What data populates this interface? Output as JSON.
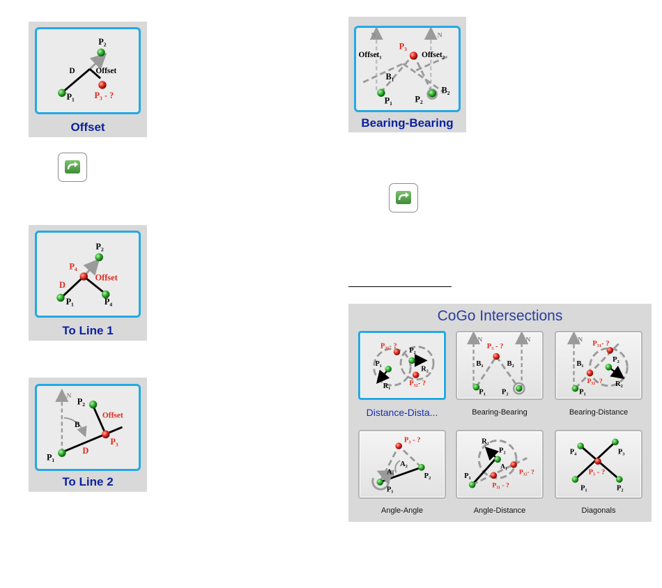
{
  "tiles": {
    "offset": {
      "caption": "Offset",
      "labels": {
        "p2": "P₂",
        "d": "D",
        "offset": "Offset",
        "p1": "P₁",
        "p3": "P₃ - ?"
      }
    },
    "to_line_1": {
      "caption": "To Line 1",
      "labels": {
        "p2": "P₂",
        "p4a": "P₄",
        "offset": "Offset",
        "d": "D",
        "p1": "P₁",
        "p4b": "P₄"
      }
    },
    "to_line_2": {
      "caption": "To Line 2",
      "labels": {
        "n": "N",
        "p2": "P₂",
        "offset": "Offset",
        "b": "B",
        "p3": "P₃",
        "d": "D",
        "p1": "P₁"
      }
    },
    "bearing_bearing": {
      "caption": "Bearing-Bearing",
      "labels": {
        "n1": "N",
        "n2": "N",
        "p3": "P₃",
        "offset1": "Offset₁",
        "offset2": "Offset₂",
        "b1": "B₁",
        "b2": "B₂",
        "p1": "P₁",
        "p2": "P₂"
      }
    }
  },
  "cogo_panel": {
    "title": "CoGo Intersections",
    "buttons": [
      {
        "caption": "Distance-Dista...",
        "labels": {
          "p31": "P₃₁- ?",
          "p2": "P₂",
          "p1": "P₁",
          "r2": "R₂",
          "r1": "R₁",
          "p32": "P₃₂- ?"
        }
      },
      {
        "caption": "Bearing-Bearing",
        "labels": {
          "n1": "N",
          "n2": "N",
          "p3": "P₃ - ?",
          "b1": "B₁",
          "b2": "B₂",
          "p1": "P₁",
          "p2": "P₂"
        }
      },
      {
        "caption": "Bearing-Distance",
        "labels": {
          "n": "N",
          "p31": "P₃₁- ?",
          "p2": "P₂",
          "b1": "B₁",
          "p32": "P₃₂- ?",
          "r2": "R₂",
          "p1": "P₁"
        }
      },
      {
        "caption": "Angle-Angle",
        "labels": {
          "p3": "P₃ - ?",
          "a2": "A₂",
          "a1": "A₁",
          "p2": "P₂",
          "p1": "P₁"
        }
      },
      {
        "caption": "Angle-Distance",
        "labels": {
          "r2": "R₂",
          "p2": "P₂",
          "a1": "A₁",
          "p32": "P₃₂- ?",
          "p1": "P₁",
          "p31": "P₃₁ - ?"
        }
      },
      {
        "caption": "Diagonals",
        "labels": {
          "p4": "P₄",
          "p3": "P₃",
          "p5": "P₅ - ?",
          "p1": "P₁",
          "p2": "P₂"
        }
      }
    ]
  },
  "colors": {
    "accent": "#22a9e6",
    "caption": "#0a1fa0",
    "point_green": "#2fae2f",
    "point_red": "#e0281e",
    "label_red": "#e0281e",
    "panel_title": "#2c3c9c"
  }
}
